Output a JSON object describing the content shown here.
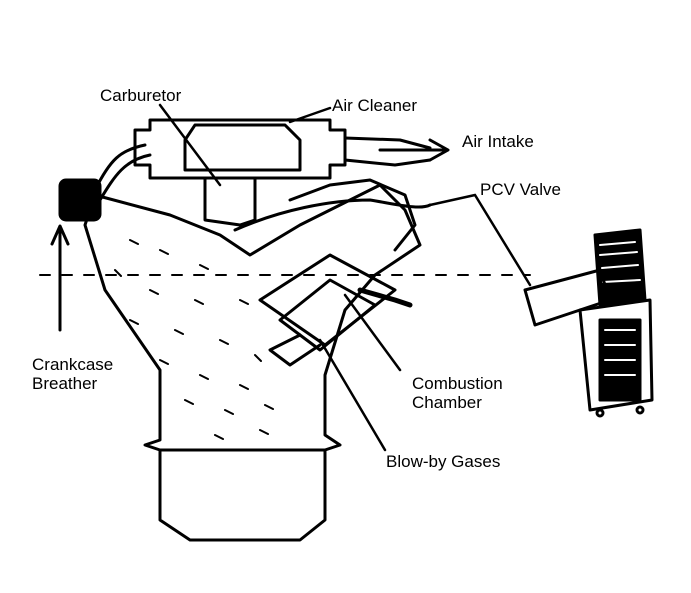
{
  "labels": {
    "carburetor": "Carburetor",
    "air_cleaner": "Air Cleaner",
    "air_intake": "Air Intake",
    "pcv_valve": "PCV Valve",
    "crankcase_breather_line1": "Crankcase",
    "crankcase_breather_line2": "Breather",
    "combustion_chamber_line1": "Combustion",
    "combustion_chamber_line2": "Chamber",
    "blow_by_gases": "Blow-by Gases"
  },
  "colors": {
    "ink": "#000000",
    "paper": "#ffffff"
  }
}
